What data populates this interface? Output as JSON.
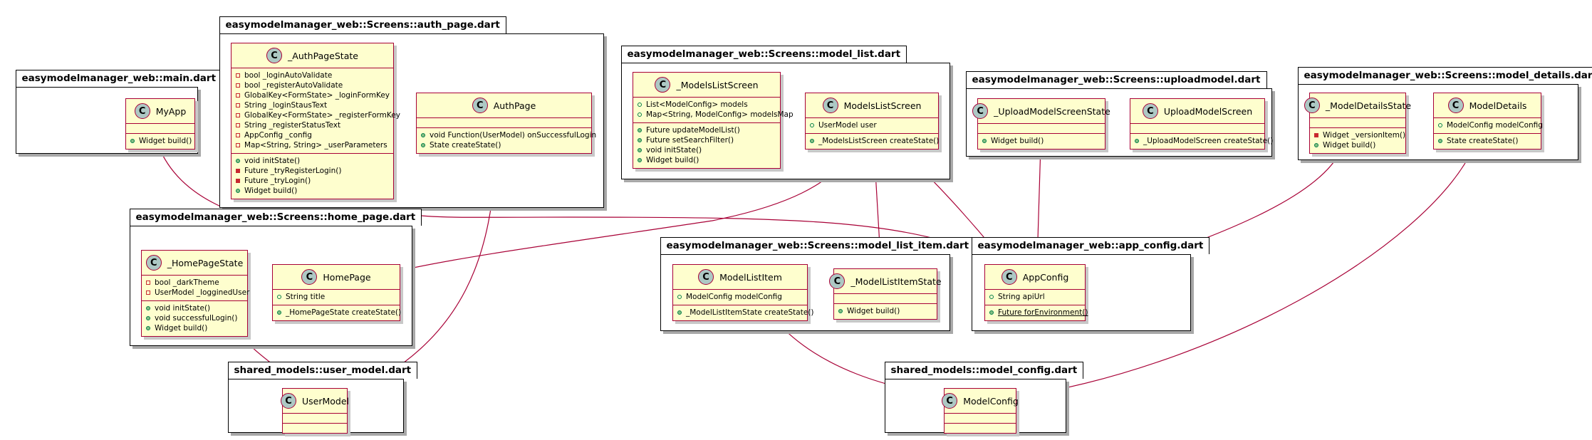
{
  "packages": {
    "main": "easymodelmanager_web::main.dart",
    "auth_page": "easymodelmanager_web::Screens::auth_page.dart",
    "home_page": "easymodelmanager_web::Screens::home_page.dart",
    "user_model": "shared_models::user_model.dart",
    "model_list": "easymodelmanager_web::Screens::model_list.dart",
    "model_list_item": "easymodelmanager_web::Screens::model_list_item.dart",
    "uploadmodel": "easymodelmanager_web::Screens::uploadmodel.dart",
    "app_config": "easymodelmanager_web::app_config.dart",
    "model_details": "easymodelmanager_web::Screens::model_details.dart",
    "model_config": "shared_models::model_config.dart"
  },
  "class_icon_letter": "C",
  "colors": {
    "class_fill": "#fefece",
    "class_border": "#a80036",
    "icon_fill": "#adc8c4",
    "public_marker": "#84be84",
    "private_marker": "#c82930",
    "link": "#a80036"
  },
  "classes": {
    "MyApp": {
      "name": "MyApp",
      "fields": [],
      "methods": [
        "Widget build()"
      ]
    },
    "AuthPageState": {
      "name": "_AuthPageState",
      "fields": [
        "bool _loginAutoValidate",
        "bool _registerAutoValidate",
        "GlobalKey<FormState> _loginFormKey",
        "String _loginStausText",
        "GlobalKey<FormState> _registerFormKey",
        "String _registerStatusText",
        "AppConfig _config",
        "Map<String, String> _userParameters"
      ],
      "methods": [
        "void initState()",
        "Future _tryRegisterLogin()",
        "Future _tryLogin()",
        "Widget build()"
      ]
    },
    "AuthPage": {
      "name": "AuthPage",
      "fields": [],
      "methods": [
        "void Function(UserModel) onSuccessfulLogin",
        "State createState()"
      ]
    },
    "HomePageState": {
      "name": "_HomePageState",
      "fields": [
        "bool _darkTheme",
        "UserModel _logginedUser"
      ],
      "methods": [
        "void initState()",
        "void successfulLogin()",
        "Widget build()"
      ]
    },
    "HomePage": {
      "name": "HomePage",
      "fields": [
        "String title"
      ],
      "methods": [
        "_HomePageState createState()"
      ]
    },
    "UserModel": {
      "name": "UserModel"
    },
    "ModelsListScreenState": {
      "name": "_ModelsListScreen",
      "fields": [
        "List<ModelConfig> models",
        "Map<String, ModelConfig> modelsMap"
      ],
      "methods": [
        "Future updateModelList()",
        "Future setSearchFilter()",
        "void initState()",
        "Widget build()"
      ]
    },
    "ModelsListScreen": {
      "name": "ModelsListScreen",
      "fields": [
        "UserModel user"
      ],
      "methods": [
        "_ModelsListScreen createState()"
      ]
    },
    "ModelListItem": {
      "name": "ModelListItem",
      "fields": [
        "ModelConfig modelConfig"
      ],
      "methods": [
        "_ModelListItemState createState()"
      ]
    },
    "ModelListItemState": {
      "name": "_ModelListItemState",
      "fields": [],
      "methods": [
        "Widget build()"
      ]
    },
    "UploadModelScreenState": {
      "name": "_UploadModelScreenState",
      "fields": [],
      "methods": [
        "Widget build()"
      ]
    },
    "UploadModelScreen": {
      "name": "UploadModelScreen",
      "fields": [],
      "methods": [
        "_UploadModelScreen createState()"
      ]
    },
    "AppConfig": {
      "name": "AppConfig",
      "fields": [
        "String apiUrl"
      ],
      "methods": [
        "Future forEnvironment()"
      ]
    },
    "ModelDetailsState": {
      "name": "_ModelDetailsState",
      "fields": [],
      "methods": [
        "Widget _versionItem()",
        "Widget build()"
      ]
    },
    "ModelDetails": {
      "name": "ModelDetails",
      "fields": [
        "ModelConfig modelConfig"
      ],
      "methods": [
        "State createState()"
      ]
    },
    "ModelConfig": {
      "name": "ModelConfig"
    }
  }
}
